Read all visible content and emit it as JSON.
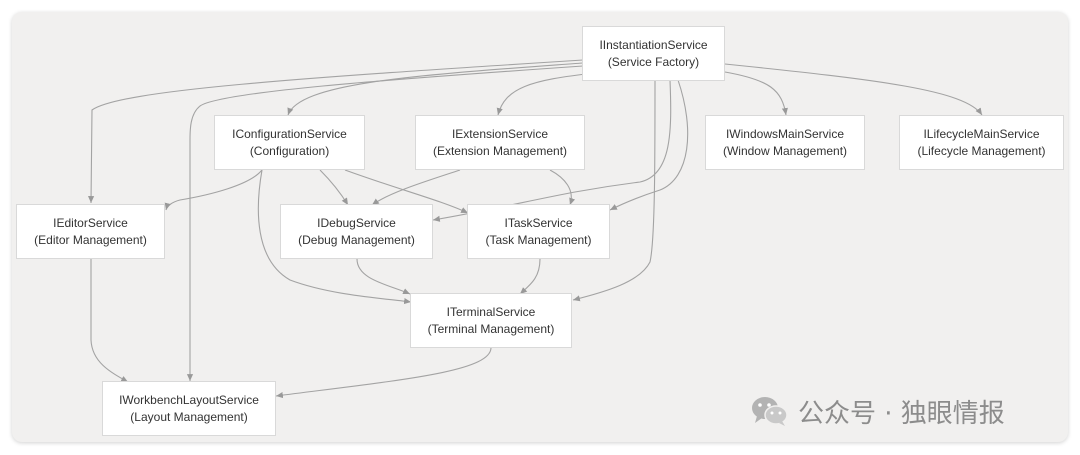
{
  "nodes": {
    "instantiation": {
      "title": "IInstantiationService",
      "subtitle": "(Service Factory)"
    },
    "configuration": {
      "title": "IConfigurationService",
      "subtitle": "(Configuration)"
    },
    "extension": {
      "title": "IExtensionService",
      "subtitle": "(Extension Management)"
    },
    "windowsmain": {
      "title": "IWindowsMainService",
      "subtitle": "(Window Management)"
    },
    "lifecyclemain": {
      "title": "ILifecycleMainService",
      "subtitle": "(Lifecycle Management)"
    },
    "editor": {
      "title": "IEditorService",
      "subtitle": "(Editor Management)"
    },
    "debug": {
      "title": "IDebugService",
      "subtitle": "(Debug Management)"
    },
    "task": {
      "title": "ITaskService",
      "subtitle": "(Task Management)"
    },
    "terminal": {
      "title": "ITerminalService",
      "subtitle": "(Terminal Management)"
    },
    "workbenchlayout": {
      "title": "IWorkbenchLayoutService",
      "subtitle": "(Layout Management)"
    }
  },
  "edges": [
    {
      "from": "instantiation",
      "to": "configuration"
    },
    {
      "from": "instantiation",
      "to": "extension"
    },
    {
      "from": "instantiation",
      "to": "windowsmain"
    },
    {
      "from": "instantiation",
      "to": "lifecyclemain"
    },
    {
      "from": "instantiation",
      "to": "editor"
    },
    {
      "from": "instantiation",
      "to": "workbenchlayout"
    },
    {
      "from": "instantiation",
      "to": "debug"
    },
    {
      "from": "instantiation",
      "to": "task"
    },
    {
      "from": "instantiation",
      "to": "terminal"
    },
    {
      "from": "configuration",
      "to": "editor"
    },
    {
      "from": "configuration",
      "to": "debug"
    },
    {
      "from": "configuration",
      "to": "task"
    },
    {
      "from": "configuration",
      "to": "terminal"
    },
    {
      "from": "extension",
      "to": "debug"
    },
    {
      "from": "extension",
      "to": "task"
    },
    {
      "from": "debug",
      "to": "terminal"
    },
    {
      "from": "task",
      "to": "terminal"
    },
    {
      "from": "editor",
      "to": "workbenchlayout"
    },
    {
      "from": "terminal",
      "to": "workbenchlayout"
    }
  ],
  "watermark": {
    "text": "公众号 · 独眼情报",
    "icon": "wechat-icon"
  },
  "colors": {
    "background": "#f1f0ef",
    "node_fill": "#ffffff",
    "node_border": "#d9d9d9",
    "edge": "#999999",
    "text": "#333333"
  }
}
